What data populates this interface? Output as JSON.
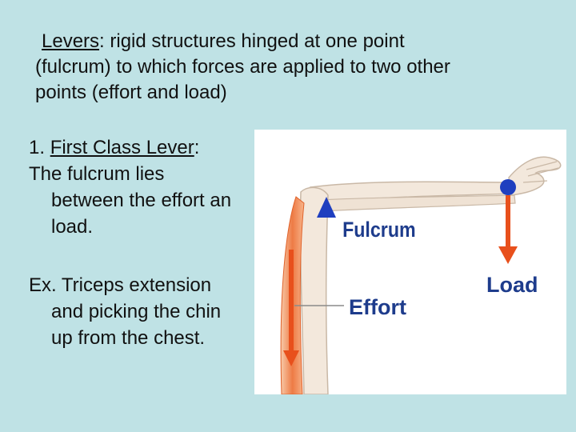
{
  "intro": {
    "term": "Levers",
    "line1_rest": ": rigid structures hinged at one point",
    "line2": "(fulcrum) to which forces are applied to two other",
    "line3": "points (effort and load)"
  },
  "first_class": {
    "number": "1. ",
    "term": "First Class Lever",
    "colon": ":",
    "desc_line1": "The fulcrum lies",
    "desc_line2": "between the effort an",
    "desc_line3": "load."
  },
  "example": {
    "line1": "Ex. Triceps extension",
    "line2": "and picking the chin",
    "line3": "up from the chest."
  },
  "figure": {
    "fulcrum_label": "Fulcrum",
    "load_label": "Load",
    "effort_label": "Effort",
    "colors": {
      "fulcrum_marker": "#1f3fbf",
      "load_marker": "#1f3fbf",
      "arrow": "#e8501c",
      "label": "#1e3c8c",
      "bone": "#f3e8dc",
      "muscle": "#f0a070"
    }
  }
}
